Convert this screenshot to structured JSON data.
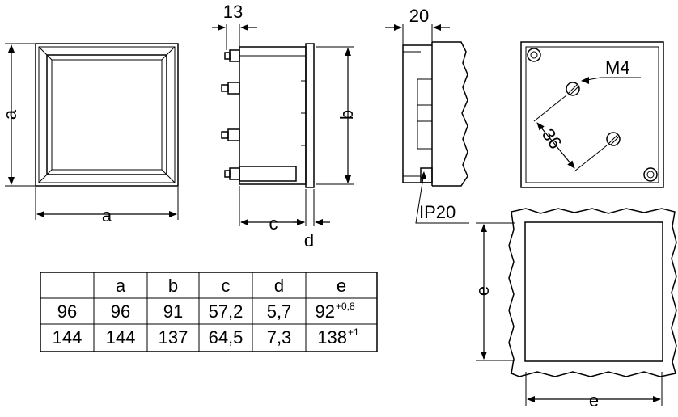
{
  "labels": {
    "a_left": "a",
    "a_bottom": "a",
    "dim_13": "13",
    "b": "b",
    "c": "c",
    "d": "d",
    "dim_20": "20",
    "ip20": "IP20",
    "m4": "M4",
    "dim_36": "36",
    "e_left": "e",
    "e_bottom": "e"
  },
  "table": {
    "headers": [
      "",
      "a",
      "b",
      "c",
      "d",
      "e"
    ],
    "rows": [
      {
        "size": "96",
        "a": "96",
        "b": "91",
        "c": "57,2",
        "d": "5,7",
        "e": "92",
        "e_tol": "+0,8"
      },
      {
        "size": "144",
        "a": "144",
        "b": "137",
        "c": "64,5",
        "d": "7,3",
        "e": "138",
        "e_tol": "+1"
      }
    ]
  }
}
